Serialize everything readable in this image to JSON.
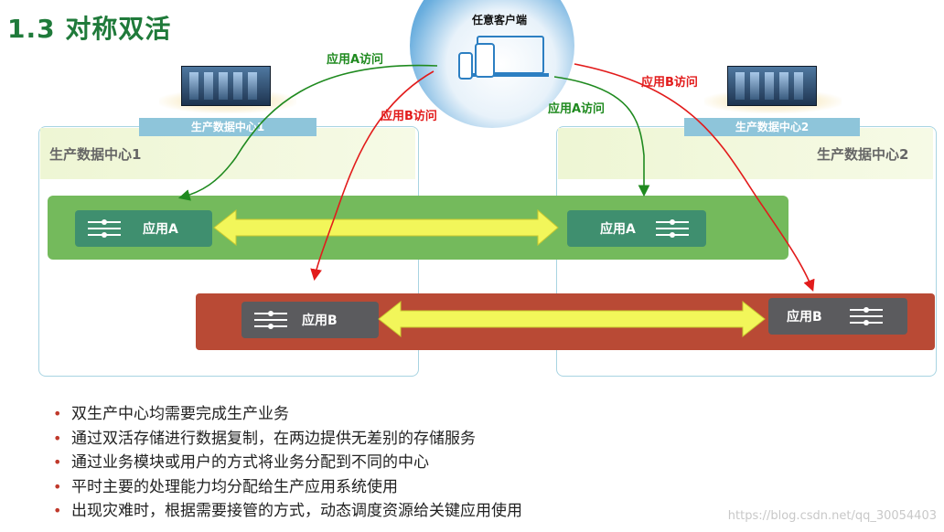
{
  "title": "1.3 对称双活",
  "client": {
    "label": "任意客户端",
    "icon": "devices-icon"
  },
  "datacenters": [
    {
      "name": "生产数据中心1",
      "tag": "生产数据中心1"
    },
    {
      "name": "生产数据中心2",
      "tag": "生产数据中心2"
    }
  ],
  "apps": {
    "a": "应用A",
    "b": "应用B"
  },
  "routes": {
    "a_left": "应用A访问",
    "b_left": "应用B访问",
    "a_right": "应用A访问",
    "b_right": "应用B访问"
  },
  "colors": {
    "title": "#1f7a3a",
    "lane_a": "#74ba5c",
    "lane_b": "#b94a35",
    "route_a": "#1f8a1f",
    "route_b": "#e21b1b",
    "sync_arrow": "#f2f65a"
  },
  "bullets": [
    "双生产中心均需要完成生产业务",
    "通过双活存储进行数据复制，在两边提供无差别的存储服务",
    "通过业务模块或用户的方式将业务分配到不同的中心",
    "平时主要的处理能力均分配给生产应用系统使用",
    "出现灾难时，根据需要接管的方式，动态调度资源给关键应用使用"
  ],
  "watermark": "https://blog.csdn.net/qq_30054403"
}
